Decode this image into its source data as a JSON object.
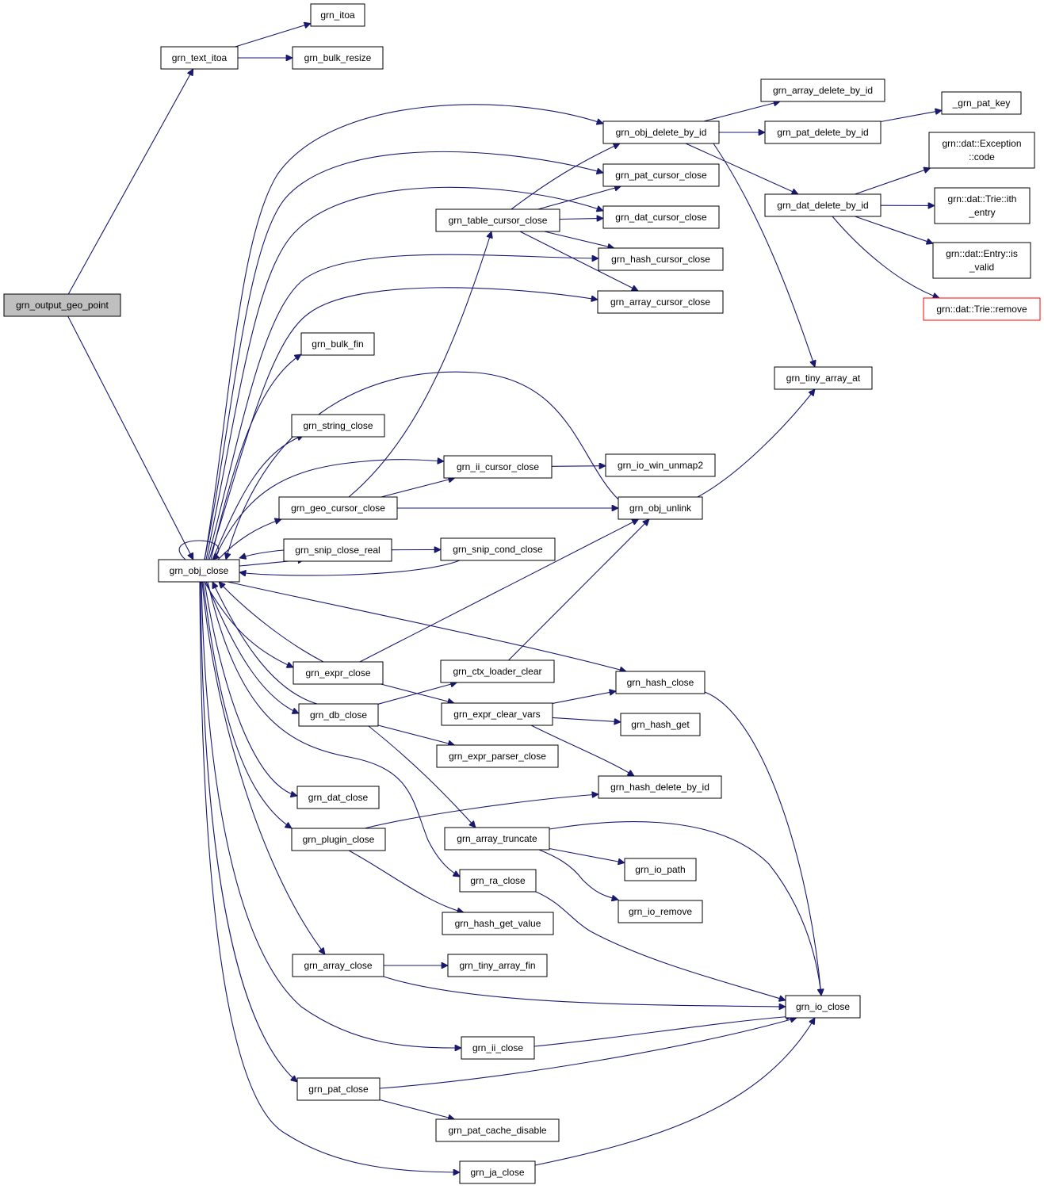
{
  "graph": {
    "title": "",
    "colors": {
      "edge": "#191970",
      "root_fill": "#bfbfbf",
      "truncated_border": "#ff0000"
    },
    "nodes": [
      {
        "id": "root",
        "lines": [
          "grn_output_geo_point"
        ],
        "kind": "root"
      },
      {
        "id": "text_itoa",
        "lines": [
          "grn_text_itoa"
        ]
      },
      {
        "id": "itoa",
        "lines": [
          "grn_itoa"
        ]
      },
      {
        "id": "bulk_resize",
        "lines": [
          "grn_bulk_resize"
        ]
      },
      {
        "id": "obj_close",
        "lines": [
          "grn_obj_close"
        ]
      },
      {
        "id": "obj_delete_by_id",
        "lines": [
          "grn_obj_delete_by_id"
        ]
      },
      {
        "id": "array_delete_by_id",
        "lines": [
          "grn_array_delete_by_id"
        ]
      },
      {
        "id": "pat_delete_by_id",
        "lines": [
          "grn_pat_delete_by_id"
        ]
      },
      {
        "id": "_grn_pat_key",
        "lines": [
          "_grn_pat_key"
        ]
      },
      {
        "id": "dat_delete_by_id",
        "lines": [
          "grn_dat_delete_by_id"
        ]
      },
      {
        "id": "exc_code",
        "lines": [
          "grn::dat::Exception",
          "::code"
        ]
      },
      {
        "id": "ith_entry",
        "lines": [
          "grn::dat::Trie::ith",
          "_entry"
        ]
      },
      {
        "id": "is_valid",
        "lines": [
          "grn::dat::Entry::is",
          "_valid"
        ]
      },
      {
        "id": "trie_remove",
        "lines": [
          "grn::dat::Trie::remove"
        ],
        "kind": "truncated"
      },
      {
        "id": "pat_cursor_close",
        "lines": [
          "grn_pat_cursor_close"
        ]
      },
      {
        "id": "table_cursor_close",
        "lines": [
          "grn_table_cursor_close"
        ]
      },
      {
        "id": "dat_cursor_close",
        "lines": [
          "grn_dat_cursor_close"
        ]
      },
      {
        "id": "hash_cursor_close",
        "lines": [
          "grn_hash_cursor_close"
        ]
      },
      {
        "id": "array_cursor_close",
        "lines": [
          "grn_array_cursor_close"
        ]
      },
      {
        "id": "bulk_fin",
        "lines": [
          "grn_bulk_fin"
        ]
      },
      {
        "id": "tiny_array_at",
        "lines": [
          "grn_tiny_array_at"
        ]
      },
      {
        "id": "string_close",
        "lines": [
          "grn_string_close"
        ]
      },
      {
        "id": "ii_cursor_close",
        "lines": [
          "grn_ii_cursor_close"
        ]
      },
      {
        "id": "io_win_unmap2",
        "lines": [
          "grn_io_win_unmap2"
        ]
      },
      {
        "id": "geo_cursor_close",
        "lines": [
          "grn_geo_cursor_close"
        ]
      },
      {
        "id": "obj_unlink",
        "lines": [
          "grn_obj_unlink"
        ]
      },
      {
        "id": "snip_close_real",
        "lines": [
          "grn_snip_close_real"
        ]
      },
      {
        "id": "snip_cond_close",
        "lines": [
          "grn_snip_cond_close"
        ]
      },
      {
        "id": "expr_close",
        "lines": [
          "grn_expr_close"
        ]
      },
      {
        "id": "ctx_loader_clear",
        "lines": [
          "grn_ctx_loader_clear"
        ]
      },
      {
        "id": "hash_close",
        "lines": [
          "grn_hash_close"
        ]
      },
      {
        "id": "db_close",
        "lines": [
          "grn_db_close"
        ]
      },
      {
        "id": "expr_clear_vars",
        "lines": [
          "grn_expr_clear_vars"
        ]
      },
      {
        "id": "hash_get",
        "lines": [
          "grn_hash_get"
        ]
      },
      {
        "id": "expr_parser_close",
        "lines": [
          "grn_expr_parser_close"
        ]
      },
      {
        "id": "dat_close",
        "lines": [
          "grn_dat_close"
        ]
      },
      {
        "id": "hash_delete_by_id",
        "lines": [
          "grn_hash_delete_by_id"
        ]
      },
      {
        "id": "plugin_close",
        "lines": [
          "grn_plugin_close"
        ]
      },
      {
        "id": "array_truncate",
        "lines": [
          "grn_array_truncate"
        ]
      },
      {
        "id": "io_path",
        "lines": [
          "grn_io_path"
        ]
      },
      {
        "id": "ra_close",
        "lines": [
          "grn_ra_close"
        ]
      },
      {
        "id": "io_remove",
        "lines": [
          "grn_io_remove"
        ]
      },
      {
        "id": "hash_get_value",
        "lines": [
          "grn_hash_get_value"
        ]
      },
      {
        "id": "array_close",
        "lines": [
          "grn_array_close"
        ]
      },
      {
        "id": "tiny_array_fin",
        "lines": [
          "grn_tiny_array_fin"
        ]
      },
      {
        "id": "io_close",
        "lines": [
          "grn_io_close"
        ]
      },
      {
        "id": "ii_close",
        "lines": [
          "grn_ii_close"
        ]
      },
      {
        "id": "pat_close",
        "lines": [
          "grn_pat_close"
        ]
      },
      {
        "id": "pat_cache_disable",
        "lines": [
          "grn_pat_cache_disable"
        ]
      },
      {
        "id": "ja_close",
        "lines": [
          "grn_ja_close"
        ]
      }
    ],
    "edges": [
      [
        "root",
        "text_itoa"
      ],
      [
        "root",
        "obj_close"
      ],
      [
        "text_itoa",
        "itoa"
      ],
      [
        "text_itoa",
        "bulk_resize"
      ],
      [
        "obj_close",
        "obj_close"
      ],
      [
        "obj_close",
        "obj_delete_by_id"
      ],
      [
        "obj_close",
        "pat_cursor_close"
      ],
      [
        "obj_close",
        "dat_cursor_close"
      ],
      [
        "obj_close",
        "hash_cursor_close"
      ],
      [
        "obj_close",
        "array_cursor_close"
      ],
      [
        "obj_close",
        "bulk_fin"
      ],
      [
        "obj_close",
        "string_close"
      ],
      [
        "obj_close",
        "ii_cursor_close"
      ],
      [
        "obj_close",
        "geo_cursor_close"
      ],
      [
        "obj_close",
        "snip_close_real"
      ],
      [
        "obj_close",
        "expr_close"
      ],
      [
        "obj_close",
        "hash_close"
      ],
      [
        "obj_close",
        "db_close"
      ],
      [
        "obj_close",
        "dat_close"
      ],
      [
        "obj_close",
        "plugin_close"
      ],
      [
        "obj_close",
        "ra_close"
      ],
      [
        "obj_close",
        "array_close"
      ],
      [
        "obj_close",
        "ii_close"
      ],
      [
        "obj_close",
        "pat_close"
      ],
      [
        "obj_close",
        "ja_close"
      ],
      [
        "obj_delete_by_id",
        "array_delete_by_id"
      ],
      [
        "obj_delete_by_id",
        "pat_delete_by_id"
      ],
      [
        "obj_delete_by_id",
        "dat_delete_by_id"
      ],
      [
        "obj_delete_by_id",
        "tiny_array_at"
      ],
      [
        "pat_delete_by_id",
        "_grn_pat_key"
      ],
      [
        "dat_delete_by_id",
        "exc_code"
      ],
      [
        "dat_delete_by_id",
        "ith_entry"
      ],
      [
        "dat_delete_by_id",
        "is_valid"
      ],
      [
        "dat_delete_by_id",
        "trie_remove"
      ],
      [
        "table_cursor_close",
        "obj_delete_by_id"
      ],
      [
        "table_cursor_close",
        "pat_cursor_close"
      ],
      [
        "table_cursor_close",
        "dat_cursor_close"
      ],
      [
        "table_cursor_close",
        "hash_cursor_close"
      ],
      [
        "table_cursor_close",
        "array_cursor_close"
      ],
      [
        "ii_cursor_close",
        "io_win_unmap2"
      ],
      [
        "geo_cursor_close",
        "table_cursor_close"
      ],
      [
        "geo_cursor_close",
        "ii_cursor_close"
      ],
      [
        "geo_cursor_close",
        "obj_unlink"
      ],
      [
        "obj_unlink",
        "obj_close"
      ],
      [
        "obj_unlink",
        "tiny_array_at"
      ],
      [
        "snip_close_real",
        "obj_close"
      ],
      [
        "snip_close_real",
        "snip_cond_close"
      ],
      [
        "snip_cond_close",
        "obj_close"
      ],
      [
        "expr_close",
        "obj_close"
      ],
      [
        "expr_close",
        "obj_unlink"
      ],
      [
        "expr_close",
        "expr_clear_vars"
      ],
      [
        "ctx_loader_clear",
        "obj_unlink"
      ],
      [
        "db_close",
        "obj_close"
      ],
      [
        "db_close",
        "ctx_loader_clear"
      ],
      [
        "db_close",
        "expr_parser_close"
      ],
      [
        "db_close",
        "array_truncate"
      ],
      [
        "expr_clear_vars",
        "hash_close"
      ],
      [
        "expr_clear_vars",
        "hash_get"
      ],
      [
        "expr_clear_vars",
        "hash_delete_by_id"
      ],
      [
        "hash_close",
        "io_close"
      ],
      [
        "plugin_close",
        "hash_delete_by_id"
      ],
      [
        "plugin_close",
        "hash_get_value"
      ],
      [
        "array_truncate",
        "io_path"
      ],
      [
        "array_truncate",
        "io_remove"
      ],
      [
        "array_truncate",
        "io_close"
      ],
      [
        "ra_close",
        "io_close"
      ],
      [
        "array_close",
        "tiny_array_fin"
      ],
      [
        "array_close",
        "io_close"
      ],
      [
        "ii_close",
        "io_close"
      ],
      [
        "pat_close",
        "io_close"
      ],
      [
        "pat_close",
        "pat_cache_disable"
      ],
      [
        "ja_close",
        "io_close"
      ]
    ]
  }
}
